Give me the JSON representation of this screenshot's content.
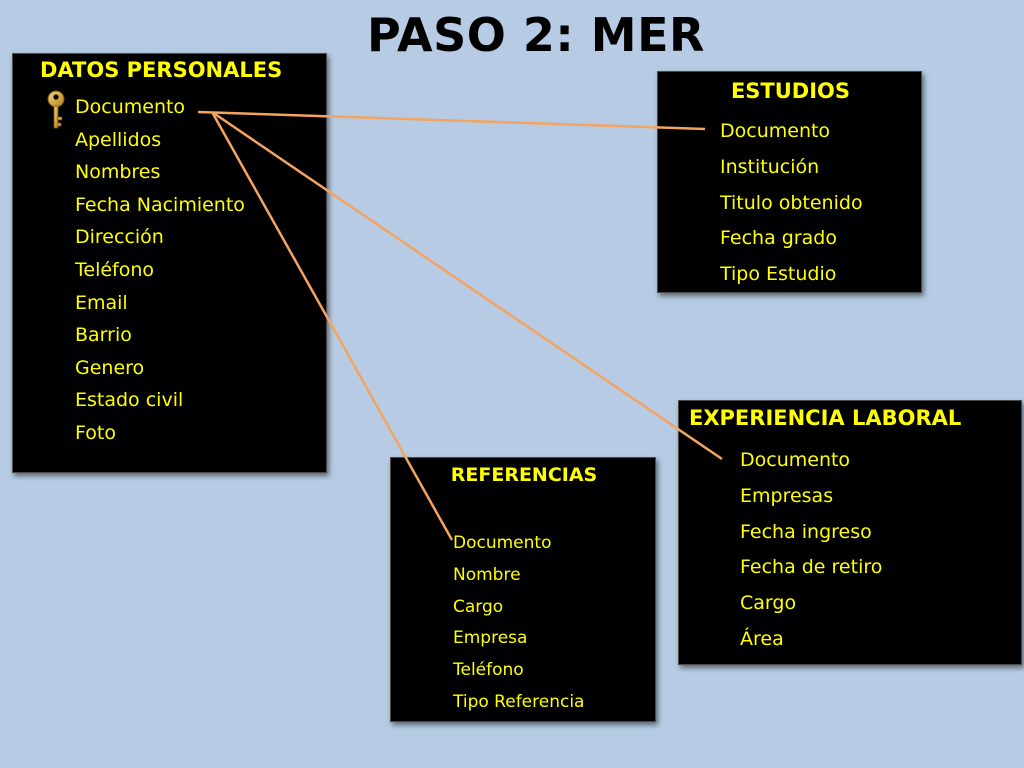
{
  "title": "PASO 2: MER",
  "colors": {
    "background": "#b7cce4",
    "entity_fill": "#000000",
    "entity_text": "#ffff00",
    "connector": "#f4a460",
    "key": "#d4a03a"
  },
  "entities": {
    "datos_personales": {
      "title": "DATOS PERSONALES",
      "primary_key_icon": "key-icon",
      "attributes": [
        "Documento",
        "Apellidos",
        "Nombres",
        "Fecha Nacimiento",
        "Dirección",
        "Teléfono",
        "Email",
        "Barrio",
        "Genero",
        "Estado civil",
        "Foto"
      ]
    },
    "estudios": {
      "title": "ESTUDIOS",
      "attributes": [
        "Documento",
        "Institución",
        "Titulo obtenido",
        "Fecha grado",
        "Tipo Estudio"
      ]
    },
    "referencias": {
      "title": "REFERENCIAS",
      "attributes": [
        "Documento",
        "Nombre",
        "Cargo",
        "Empresa",
        "Teléfono",
        "Tipo Referencia"
      ]
    },
    "experiencia_laboral": {
      "title": "EXPERIENCIA LABORAL",
      "attributes": [
        "Documento",
        "Empresas",
        "Fecha ingreso",
        "Fecha de retiro",
        "Cargo",
        "Área"
      ]
    }
  },
  "relationships": [
    {
      "from": "datos_personales.Documento",
      "to": "estudios.Documento"
    },
    {
      "from": "datos_personales.Documento",
      "to": "experiencia_laboral.Documento"
    },
    {
      "from": "datos_personales.Documento",
      "to": "referencias.Documento"
    }
  ]
}
